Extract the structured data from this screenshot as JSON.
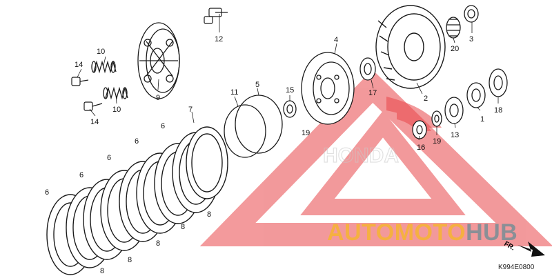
{
  "diagram": {
    "callouts": [
      "1",
      "2",
      "3",
      "4",
      "5",
      "6",
      "7",
      "8",
      "9",
      "10",
      "11",
      "12",
      "13",
      "14",
      "15",
      "16",
      "17",
      "18",
      "19",
      "20"
    ],
    "fr_label": "FR.",
    "diagram_code": "K994E0800"
  },
  "watermark": {
    "part_a": "AUTOMOTO",
    "part_b": "HUB",
    "brand": "HONDA",
    "color_primary": "#f5b041",
    "color_secondary": "#8a8f96",
    "color_triangle": "#e9474b"
  },
  "icons": [
    "arrow-right-icon",
    "honda-wing-logo-icon"
  ]
}
